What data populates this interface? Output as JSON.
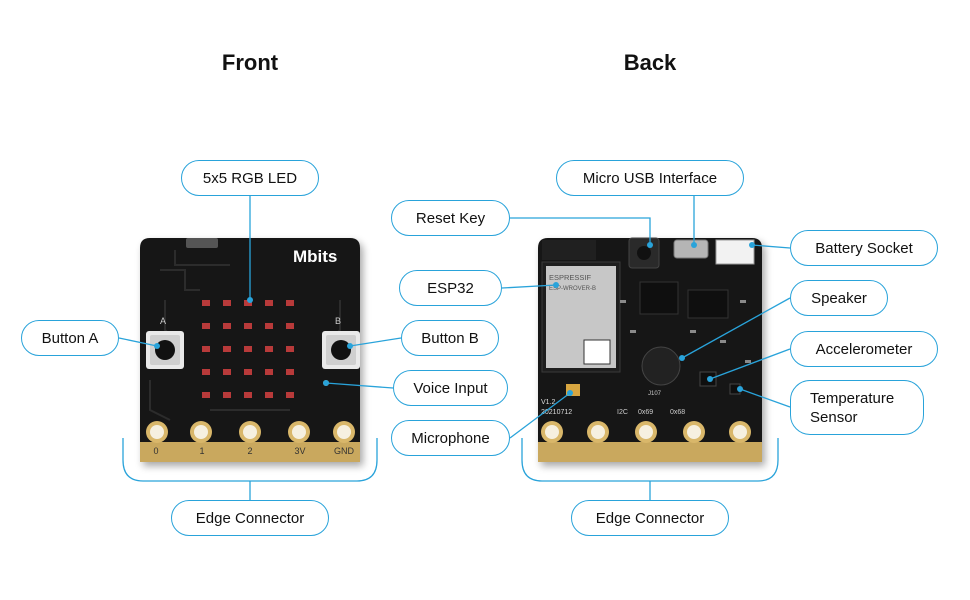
{
  "headings": {
    "front": "Front",
    "back": "Back"
  },
  "front_labels": {
    "led": "5x5 RGB LED",
    "button_a": "Button A",
    "button_b": "Button B",
    "voice_input": "Voice Input",
    "edge_connector": "Edge Connector"
  },
  "back_labels": {
    "micro_usb": "Micro USB Interface",
    "reset_key": "Reset Key",
    "battery_socket": "Battery Socket",
    "esp32": "ESP32",
    "speaker": "Speaker",
    "accelerometer": "Accelerometer",
    "temperature_sensor": "Temperature\nSensor",
    "microphone": "Microphone",
    "edge_connector": "Edge Connector"
  },
  "front_board": {
    "brand": "Mbits",
    "button_a_mark": "A",
    "button_b_mark": "B",
    "pins": [
      "0",
      "1",
      "2",
      "3V",
      "GND"
    ]
  },
  "back_board": {
    "module_brand": "ESPRESSIF",
    "module_model": "ESP-WROVER-B",
    "version": "V1.2",
    "date_code": "20210712",
    "i2c_text": "I2C",
    "addr_1": "0x69",
    "addr_2": "0x68",
    "j107": "J107"
  },
  "colors": {
    "accent": "#29a3da",
    "board": "#1a1a1a",
    "gold": "#d9b76a",
    "led": "#b83a3a"
  }
}
